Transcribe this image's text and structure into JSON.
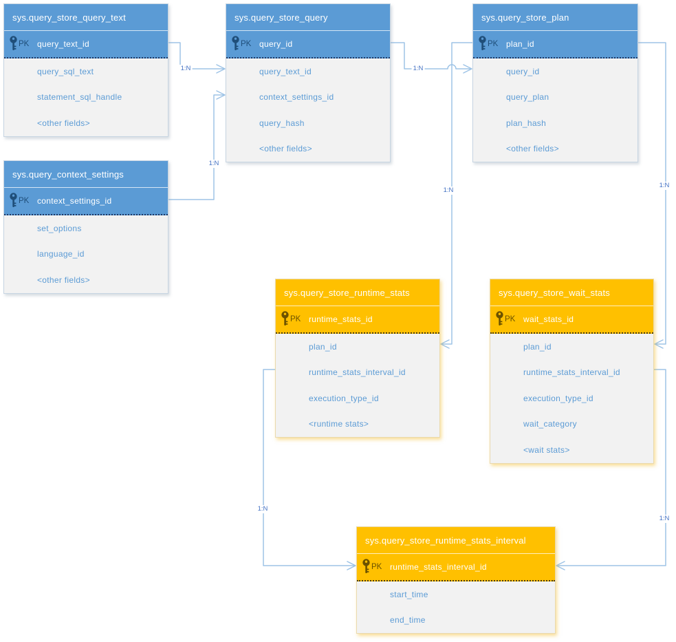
{
  "colors": {
    "blue_header": "#5B9BD5",
    "orange_header": "#FFC000",
    "body_background": "#F2F2F2",
    "field_text": "#5B9BD5",
    "connector_line": "#9DC3E6",
    "connector_label_text": "#4472C4",
    "pk_icon_blue": "#1F4E79",
    "pk_icon_orange": "#6b5200"
  },
  "tables": [
    {
      "title": "sys.query_store_query_text",
      "theme": "blue",
      "pk_label": "PK",
      "pk_field": "query_text_id",
      "fields": [
        "query_sql_text",
        "statement_sql_handle",
        "<other fields>"
      ]
    },
    {
      "title": "sys.query_store_query",
      "theme": "blue",
      "pk_label": "PK",
      "pk_field": "query_id",
      "fields": [
        "query_text_id",
        "context_settings_id",
        "query_hash",
        "<other fields>"
      ]
    },
    {
      "title": "sys.query_store_plan",
      "theme": "blue",
      "pk_label": "PK",
      "pk_field": "plan_id",
      "fields": [
        "query_id",
        "query_plan",
        "plan_hash",
        "<other fields>"
      ]
    },
    {
      "title": "sys.query_context_settings",
      "theme": "blue",
      "pk_label": "PK",
      "pk_field": "context_settings_id",
      "fields": [
        "set_options",
        "language_id",
        "<other fields>"
      ]
    },
    {
      "title": "sys.query_store_runtime_stats",
      "theme": "orange",
      "pk_label": "PK",
      "pk_field": "runtime_stats_id",
      "fields": [
        "plan_id",
        "runtime_stats_interval_id",
        "execution_type_id",
        "<runtime stats>"
      ]
    },
    {
      "title": "sys.query_store_wait_stats",
      "theme": "orange",
      "pk_label": "PK",
      "pk_field": "wait_stats_id",
      "fields": [
        "plan_id",
        "runtime_stats_interval_id",
        "execution_type_id",
        "wait_category",
        "<wait stats>"
      ]
    },
    {
      "title": "sys.query_store_runtime_stats_interval",
      "theme": "orange",
      "pk_label": "PK",
      "pk_field": "runtime_stats_interval_id",
      "fields": [
        "start_time",
        "end_time"
      ]
    }
  ],
  "connectors": [
    {
      "label": "1:N",
      "from": "sys.query_store_query_text.query_text_id",
      "to": "sys.query_store_query.query_text_id"
    },
    {
      "label": "1:N",
      "from": "sys.query_context_settings.context_settings_id",
      "to": "sys.query_store_query.context_settings_id"
    },
    {
      "label": "1:N",
      "from": "sys.query_store_query.query_id",
      "to": "sys.query_store_plan.query_id"
    },
    {
      "label": "1:N",
      "from": "sys.query_store_plan.plan_id",
      "to": "sys.query_store_runtime_stats.plan_id"
    },
    {
      "label": "1:N",
      "from": "sys.query_store_plan.plan_id",
      "to": "sys.query_store_wait_stats.plan_id"
    },
    {
      "label": "1:N",
      "from": "sys.query_store_wait_stats.runtime_stats_interval_id",
      "to": "sys.query_store_runtime_stats_interval.runtime_stats_interval_id"
    },
    {
      "label": "1:N",
      "from": "sys.query_store_runtime_stats.runtime_stats_interval_id",
      "to": "sys.query_store_runtime_stats_interval.runtime_stats_interval_id"
    }
  ]
}
